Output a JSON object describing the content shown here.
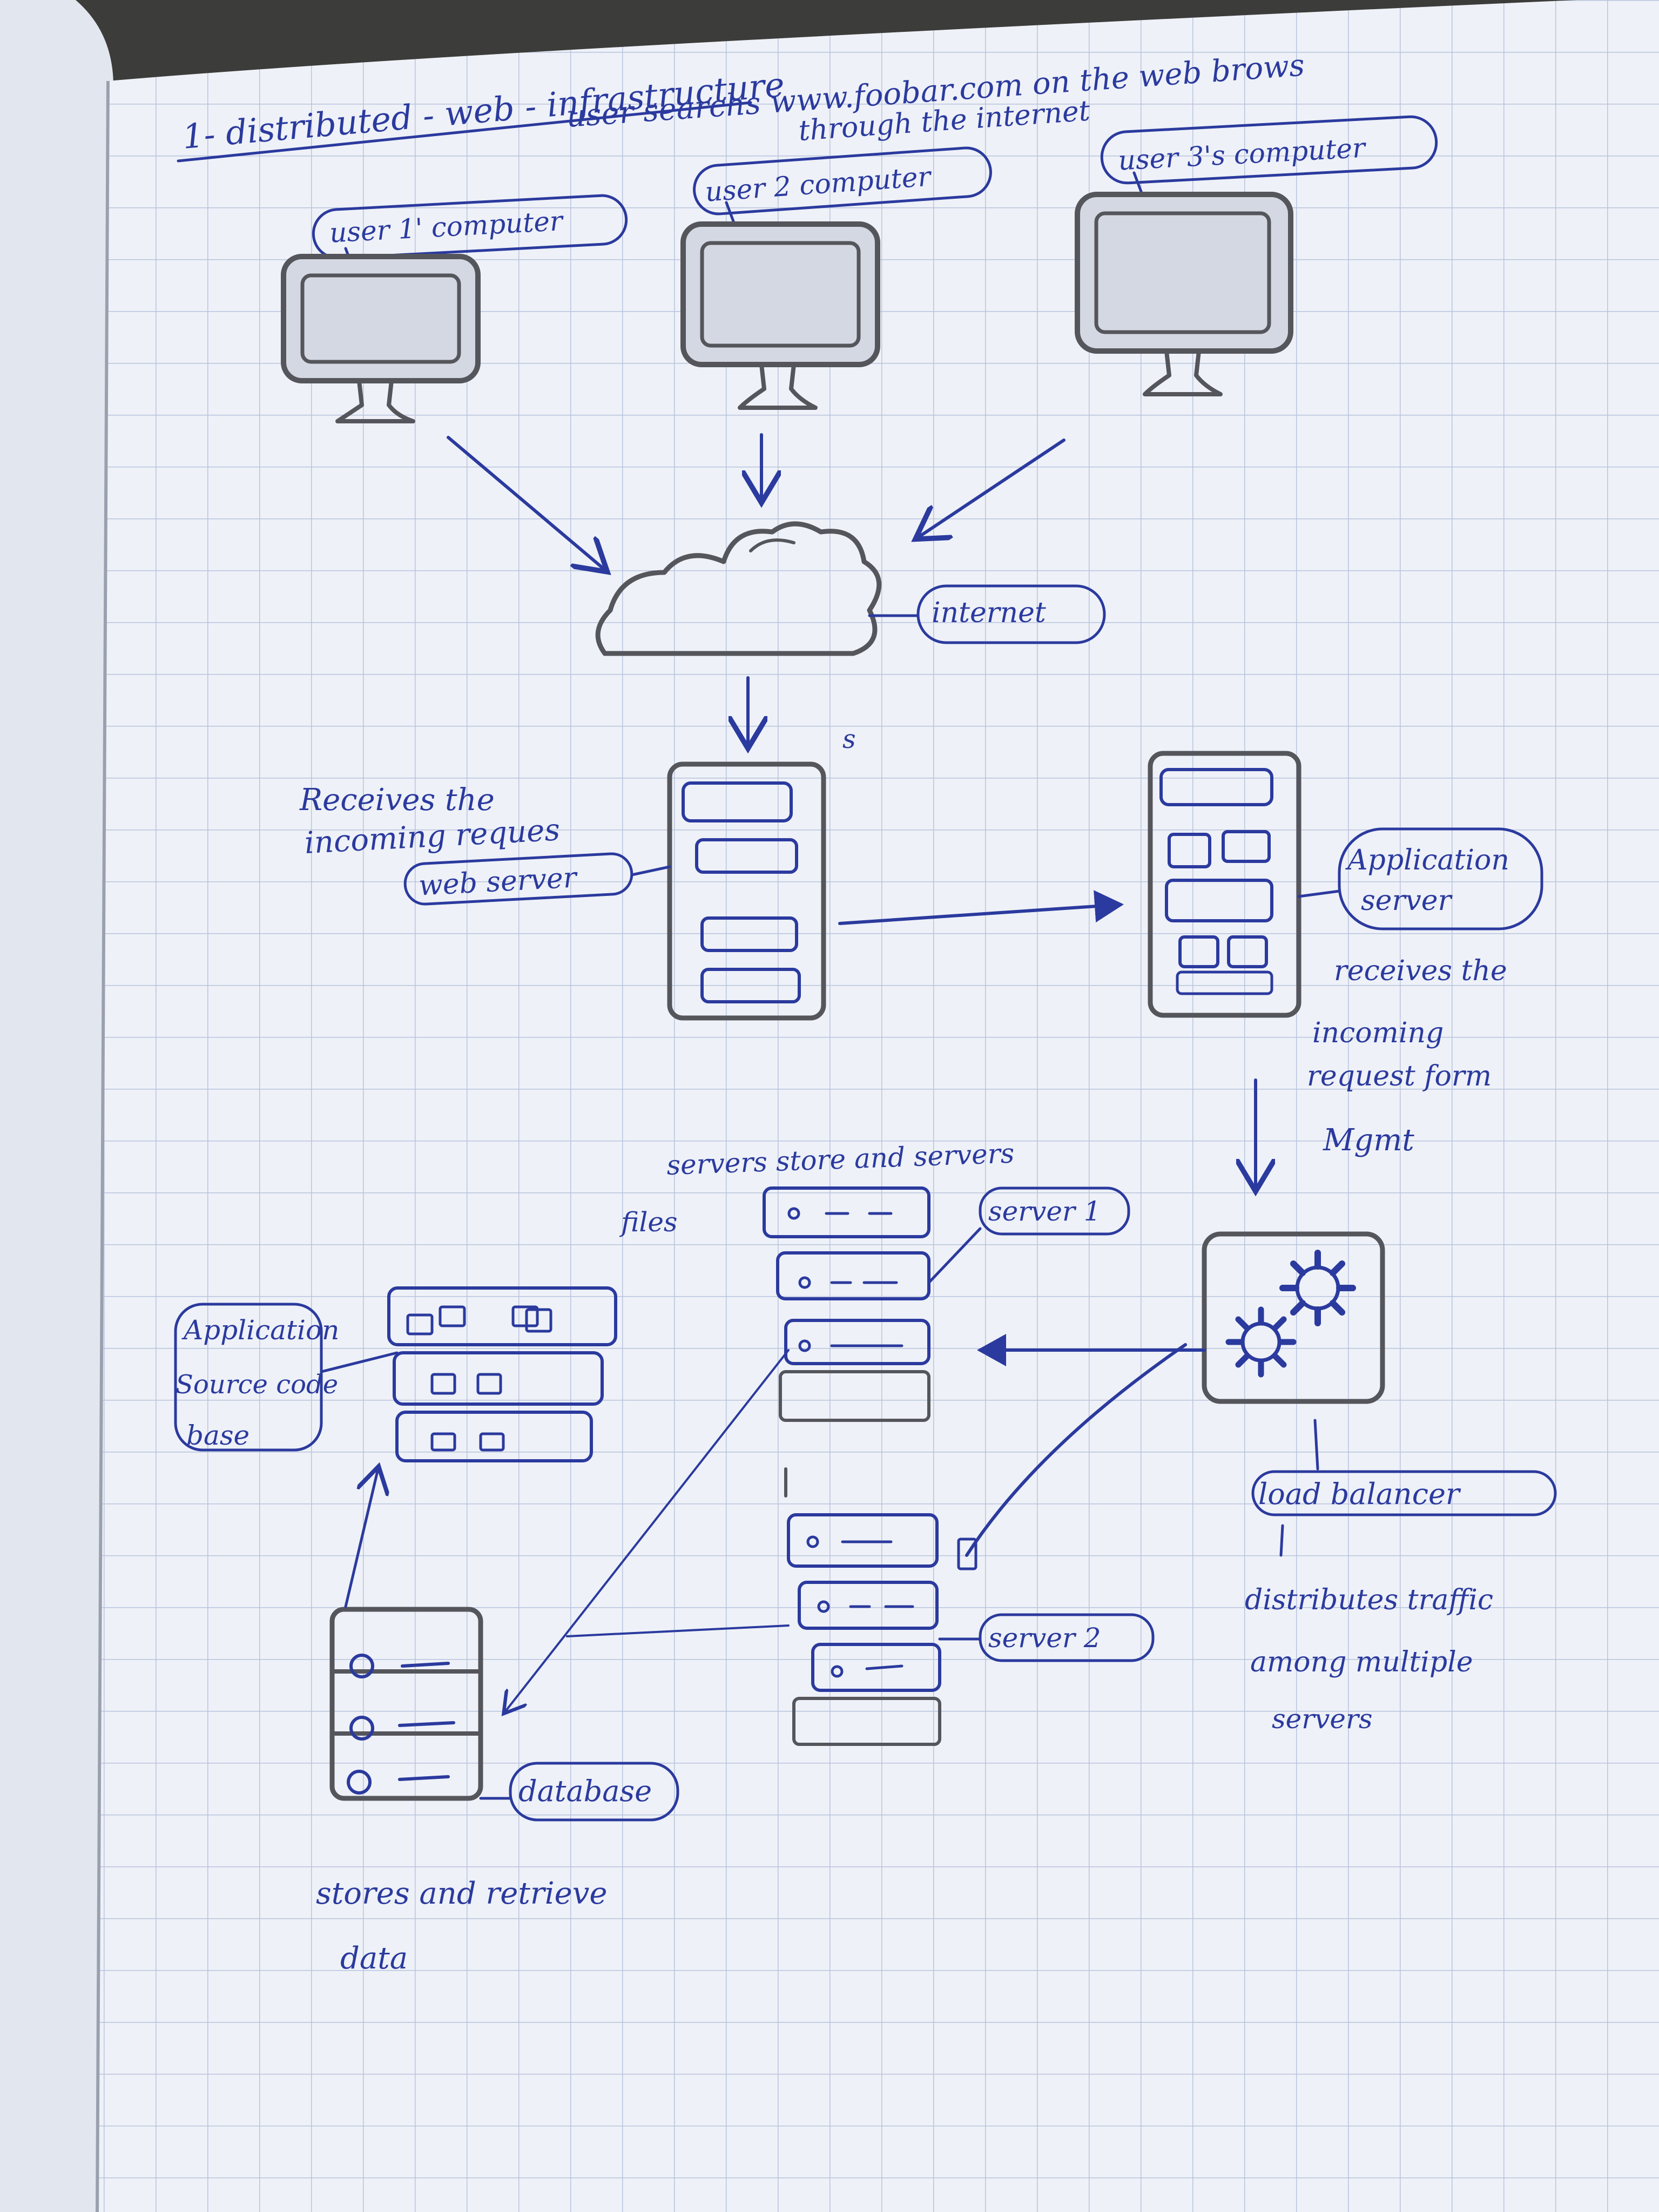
{
  "page": {
    "title": "1- distributed - web - infrastructure",
    "subtitle_line1": "user searchs www.foobar.com on the web brows",
    "subtitle_line2": "through the internet"
  },
  "users": [
    {
      "label": "user 1' computer"
    },
    {
      "label": "user 2 computer"
    },
    {
      "label": "user 3's computer"
    }
  ],
  "internet": {
    "label": "internet"
  },
  "web_server": {
    "label": "web server",
    "desc_line1": "Receives the",
    "desc_line2": "incoming reques",
    "mark": "s"
  },
  "app_server": {
    "label_line1": "Application",
    "label_line2": "server",
    "desc": [
      "receives the",
      "incoming",
      "request form",
      "Mgmt"
    ]
  },
  "servers_group": {
    "desc_line1": "servers store and servers",
    "desc_line2": "files",
    "server1_label": "server 1",
    "server2_label": "server 2"
  },
  "codebase": {
    "label": [
      "Application",
      "Source code",
      "base"
    ]
  },
  "load_balancer": {
    "label": "load balancer",
    "desc": [
      "distributes traffic",
      "among multiple",
      "servers"
    ]
  },
  "database": {
    "label": "database",
    "desc_line1": "stores and retrieve",
    "desc_line2": "data"
  },
  "colors": {
    "ink": "#2b3a9e",
    "pencil": "#55565c",
    "paper": "#eef1f7",
    "grid": "#b8c3dd"
  }
}
